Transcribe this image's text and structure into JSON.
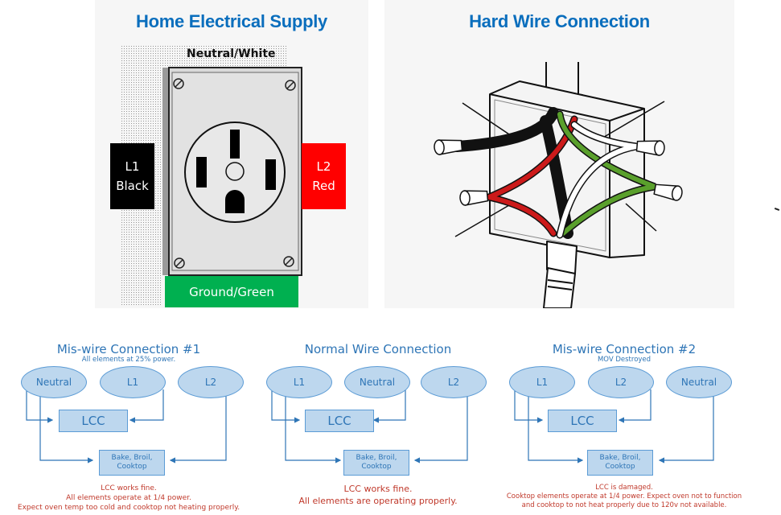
{
  "top_panels": {
    "supply": {
      "title": "Home Electrical Supply",
      "labels": {
        "neutral": "Neutral/White",
        "l1_line1": "L1",
        "l1_line2": "Black",
        "l2_line1": "L2",
        "l2_line2": "Red",
        "ground": "Ground/Green"
      },
      "colors": {
        "l1": "#000000",
        "l2": "#ff0000",
        "ground": "#00b050",
        "title": "#0a6ebd"
      }
    },
    "hardwire": {
      "title": "Hard Wire Connection",
      "wire_colors": {
        "black": "#000000",
        "red": "#cc0000",
        "green": "#5aa02c",
        "white": "#ffffff"
      }
    }
  },
  "diagrams": [
    {
      "title": "Mis-wire Connection #1",
      "subtitle": "All elements at 25% power.",
      "nodes": [
        "Neutral",
        "L1",
        "L2"
      ],
      "lcc": "LCC",
      "loads_line1": "Bake, Broil,",
      "loads_line2": "Cooktop",
      "notes": [
        "LCC works fine.",
        "All elements operate at 1/4 power.",
        "Expect oven temp too cold and cooktop not heating properly."
      ]
    },
    {
      "title": "Normal Wire Connection",
      "subtitle": "",
      "nodes": [
        "L1",
        "Neutral",
        "L2"
      ],
      "lcc": "LCC",
      "loads_line1": "Bake, Broil,",
      "loads_line2": "Cooktop",
      "notes": [
        "LCC works fine.",
        "All elements are operating properly."
      ]
    },
    {
      "title": "Mis-wire Connection #2",
      "subtitle": "MOV Destroyed",
      "nodes": [
        "L1",
        "L2",
        "Neutral"
      ],
      "lcc": "LCC",
      "loads_line1": "Bake, Broil,",
      "loads_line2": "Cooktop",
      "notes": [
        "LCC is damaged.",
        "Cooktop elements operate at 1/4 power. Expect oven not to function",
        "and cooktop to not heat properly due to 120v not available."
      ]
    }
  ],
  "colors": {
    "diagram_blue": "#2e75b6",
    "node_fill": "#bdd7ee",
    "note_red": "#c0392b"
  }
}
